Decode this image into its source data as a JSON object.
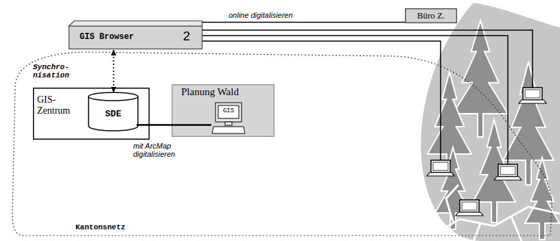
{
  "diagram": {
    "nodes": [
      {
        "text": [
          "GIS Browser",
          "2"
        ]
      },
      {
        "text": [
          "Büro Z."
        ]
      },
      {
        "text": [
          "Kantonsnetz"
        ]
      },
      {
        "text": [
          "GIS- Zentrum"
        ],
        "in": 2
      },
      {
        "text": [
          "SDE"
        ],
        "in": 3
      },
      {
        "text": [
          "Planung Wald"
        ],
        "in": 2
      },
      {
        "text": [
          "GIS"
        ],
        "in": 5
      }
    ],
    "edges": [
      {
        "from": 0,
        "to": 1,
        "arrow": "none",
        "label": "online digitalisieren"
      },
      {
        "from": 0,
        "to": 4,
        "arrow": "both",
        "label": "Synchro- nisation"
      },
      {
        "from": 4,
        "to": 6,
        "arrow": "none",
        "label": "mit ArcMap digitalisieren"
      }
    ]
  }
}
